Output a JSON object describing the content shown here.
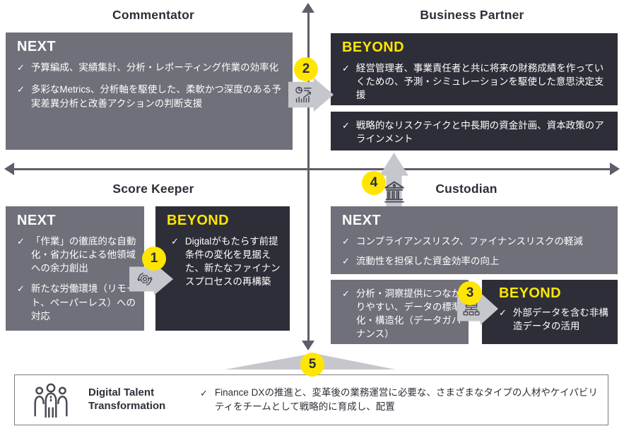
{
  "ui": {
    "check": "✓"
  },
  "colors": {
    "brand_yellow": "#FFE600",
    "dark_box": "#2E2E38",
    "gray_box": "#6F7079",
    "arrow_gray": "#C6C7CD",
    "axis": "#5E5E6A"
  },
  "quadrants": {
    "commentator": {
      "title": "Commentator",
      "next_label": "NEXT",
      "bullets": [
        "予算編成、実績集計、分析・レポーティング作業の効率化",
        "多彩なMetrics、分析軸を駆使した、柔軟かつ深度のある予実差異分析と改善アクションの判断支援"
      ]
    },
    "business_partner": {
      "title": "Business Partner",
      "beyond_label": "BEYOND",
      "beyond_bullets": [
        "経営管理者、事業責任者と共に将来の財務成績を作っていくための、予測・シミュレーションを駆使した意思決定支援"
      ],
      "secondary_bullets": [
        "戦略的なリスクテイクと中長期の資金計画、資本政策のアラインメント"
      ]
    },
    "score_keeper": {
      "title": "Score Keeper",
      "next_label": "NEXT",
      "next_bullets": [
        "「作業」の徹底的な自動化・省力化による他領域への余力創出",
        "新たな労働環境（リモート、ペーパーレス）への対応"
      ],
      "beyond_label": "BEYOND",
      "beyond_bullets": [
        "Digitalがもたらす前提条件の変化を見据えた、新たなファイナンスプロセスの再構築"
      ]
    },
    "custodian": {
      "title": "Custodian",
      "next_label": "NEXT",
      "next_bullets": [
        "コンプライアンスリスク、ファイナンスリスクの軽減",
        "流動性を担保した資金効率の向上"
      ],
      "data_bullets": [
        "分析・洞察提供につながりやすい、データの標準化・構造化（データガバナンス）"
      ],
      "beyond_label": "BEYOND",
      "beyond_bullets": [
        "外部データを含む非構造データの活用"
      ]
    }
  },
  "markers": {
    "m1": "1",
    "m2": "2",
    "m3": "3",
    "m4": "4",
    "m5": "5"
  },
  "footer": {
    "title": "Digital Talent Transformation",
    "bullets": [
      "Finance DXの推進と、変革後の業務運営に必要な、さまざまなタイプの人材やケイパビリティをチームとして戦略的に育成し、配置"
    ]
  }
}
